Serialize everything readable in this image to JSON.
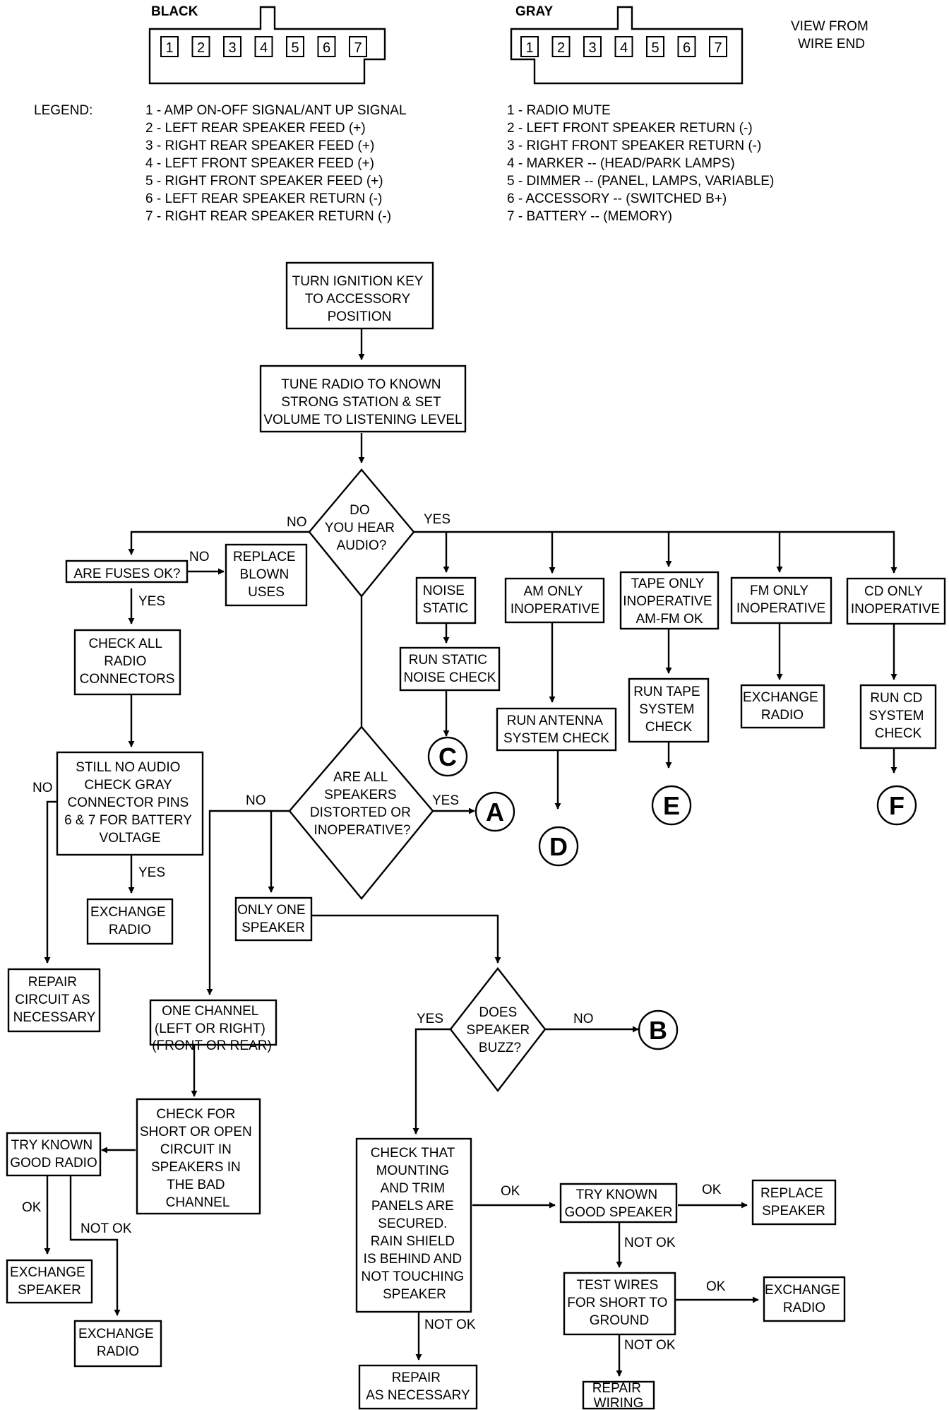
{
  "connectors": {
    "black": {
      "label": "BLACK",
      "pins": [
        "1",
        "2",
        "3",
        "4",
        "5",
        "6",
        "7"
      ]
    },
    "gray": {
      "label": "GRAY",
      "pins": [
        "1",
        "2",
        "3",
        "4",
        "5",
        "6",
        "7"
      ]
    },
    "view_note": [
      "VIEW FROM",
      "WIRE END"
    ]
  },
  "legend": {
    "label": "LEGEND:",
    "black_pins": [
      "1 - AMP ON-OFF SIGNAL/ANT UP SIGNAL",
      "2 - LEFT REAR SPEAKER FEED (+)",
      "3 - RIGHT REAR SPEAKER FEED (+)",
      "4 - LEFT FRONT SPEAKER FEED (+)",
      "5 - RIGHT FRONT SPEAKER FEED (+)",
      "6 - LEFT REAR SPEAKER RETURN (-)",
      "7 - RIGHT REAR SPEAKER RETURN (-)"
    ],
    "gray_pins": [
      "1 - RADIO MUTE",
      "2 - LEFT FRONT SPEAKER RETURN (-)",
      "3 - RIGHT FRONT SPEAKER RETURN (-)",
      "4 - MARKER -- (HEAD/PARK LAMPS)",
      "5 - DIMMER -- (PANEL, LAMPS, VARIABLE)",
      "6 - ACCESSORY -- (SWITCHED B+)",
      "7 - BATTERY -- (MEMORY)"
    ]
  },
  "nodes": {
    "ignition": [
      "TURN IGNITION KEY",
      "TO ACCESSORY",
      "POSITION"
    ],
    "tune": [
      "TUNE RADIO TO KNOWN",
      "STRONG STATION & SET",
      "VOLUME TO LISTENING LEVEL"
    ],
    "hear_audio": [
      "DO",
      "YOU HEAR",
      "AUDIO?"
    ],
    "fuses": [
      "ARE FUSES OK?"
    ],
    "replace_fuses": [
      "REPLACE",
      "BLOWN",
      "USES"
    ],
    "check_connectors": [
      "CHECK ALL",
      "RADIO",
      "CONNECTORS"
    ],
    "still_no_audio": [
      "STILL NO AUDIO",
      "CHECK GRAY",
      "CONNECTOR PINS",
      "6 & 7 FOR BATTERY",
      "VOLTAGE"
    ],
    "exchange_radio_1": [
      "EXCHANGE",
      "RADIO"
    ],
    "repair_circuit": [
      "REPAIR",
      "CIRCUIT AS",
      "NECESSARY"
    ],
    "noise_static": [
      "NOISE",
      "STATIC"
    ],
    "run_static": [
      "RUN STATIC",
      "NOISE CHECK"
    ],
    "am_only": [
      "AM ONLY",
      "INOPERATIVE"
    ],
    "run_antenna": [
      "RUN ANTENNA",
      "SYSTEM CHECK"
    ],
    "tape_only": [
      "TAPE ONLY",
      "INOPERATIVE",
      "AM-FM OK"
    ],
    "run_tape": [
      "RUN TAPE",
      "SYSTEM",
      "CHECK"
    ],
    "fm_only": [
      "FM ONLY",
      "INOPERATIVE"
    ],
    "exchange_radio_fm": [
      "EXCHANGE",
      "RADIO"
    ],
    "cd_only": [
      "CD ONLY",
      "INOPERATIVE"
    ],
    "run_cd": [
      "RUN CD",
      "SYSTEM",
      "CHECK"
    ],
    "all_speakers": [
      "ARE ALL",
      "SPEAKERS",
      "DISTORTED OR",
      "INOPERATIVE?"
    ],
    "only_one_speaker": [
      "ONLY ONE",
      "SPEAKER"
    ],
    "one_channel": [
      "ONE CHANNEL",
      "(LEFT OR RIGHT)",
      "(FRONT OR REAR)"
    ],
    "speaker_buzz": [
      "DOES",
      "SPEAKER",
      "BUZZ?"
    ],
    "check_short": [
      "CHECK FOR",
      "SHORT OR OPEN",
      "CIRCUIT IN",
      "SPEAKERS IN",
      "THE BAD",
      "CHANNEL"
    ],
    "try_radio": [
      "TRY KNOWN",
      "GOOD RADIO"
    ],
    "exchange_speaker_1": [
      "EXCHANGE",
      "SPEAKER"
    ],
    "exchange_radio_2": [
      "EXCHANGE",
      "RADIO"
    ],
    "check_mounting": [
      "CHECK THAT",
      "MOUNTING",
      "AND TRIM",
      "PANELS ARE",
      "SECURED.",
      "RAIN SHIELD",
      "IS BEHIND AND",
      "NOT TOUCHING",
      "SPEAKER"
    ],
    "repair_as_necessary": [
      "REPAIR",
      "AS NECESSARY"
    ],
    "try_speaker": [
      "TRY KNOWN",
      "GOOD SPEAKER"
    ],
    "replace_speaker": [
      "REPLACE",
      "SPEAKER"
    ],
    "test_wires": [
      "TEST WIRES",
      "FOR SHORT TO",
      "GROUND"
    ],
    "exchange_radio_3": [
      "EXCHANGE",
      "RADIO"
    ],
    "repair_wiring": [
      "REPAIR",
      "WIRING"
    ]
  },
  "connector_refs": {
    "a": "A",
    "b": "B",
    "c": "C",
    "d": "D",
    "e": "E",
    "f": "F"
  },
  "edge_labels": {
    "hear_no": "NO",
    "hear_yes": "YES",
    "fuses_no": "NO",
    "fuses_yes": "YES",
    "still_no": "NO",
    "still_yes": "YES",
    "speakers_no": "NO",
    "speakers_yes": "YES",
    "buzz_yes": "YES",
    "buzz_no": "NO",
    "radio_ok": "OK",
    "radio_not_ok": "NOT OK",
    "mounting_ok": "OK",
    "mounting_not_ok": "NOT OK",
    "speaker_ok": "OK",
    "speaker_not_ok": "NOT OK",
    "wires_ok": "OK",
    "wires_not_ok": "NOT OK"
  }
}
